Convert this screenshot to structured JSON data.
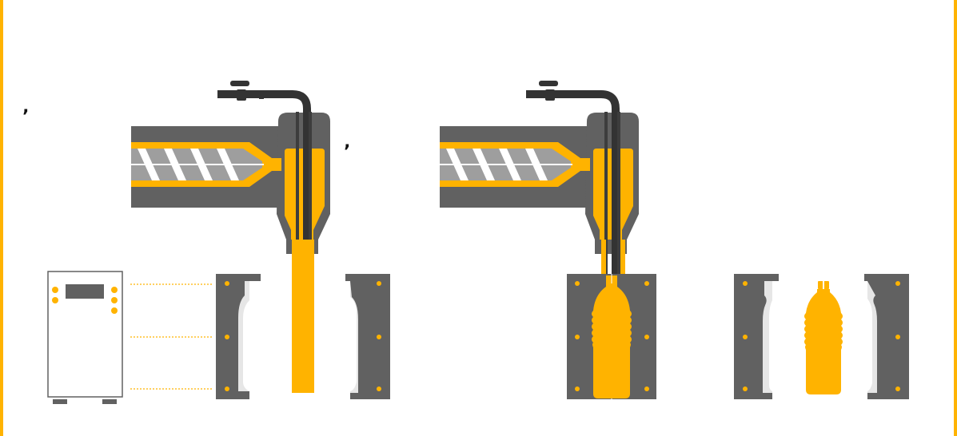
{
  "colors": {
    "accent": "#FFB300",
    "machine": "#616161",
    "machine_dark": "#3d3d3d",
    "pipe": "#333333",
    "light_grey": "#e6e6e6",
    "white": "#ffffff"
  },
  "marks": {
    "left_mark": "’",
    "middle_mark": "’"
  },
  "diagram": {
    "stages": [
      "injection-into-open-mold",
      "blow-molding-in-closed-mold",
      "mold-opened-bottle-ejected"
    ],
    "icons": [
      "injection-unit-icon",
      "extruder-screw-icon",
      "nozzle-block-icon",
      "air-pipe-icon",
      "valve-icon",
      "mold-half-icon",
      "preform-icon",
      "bottle-icon",
      "control-cabinet-icon",
      "signal-line-icon"
    ]
  }
}
